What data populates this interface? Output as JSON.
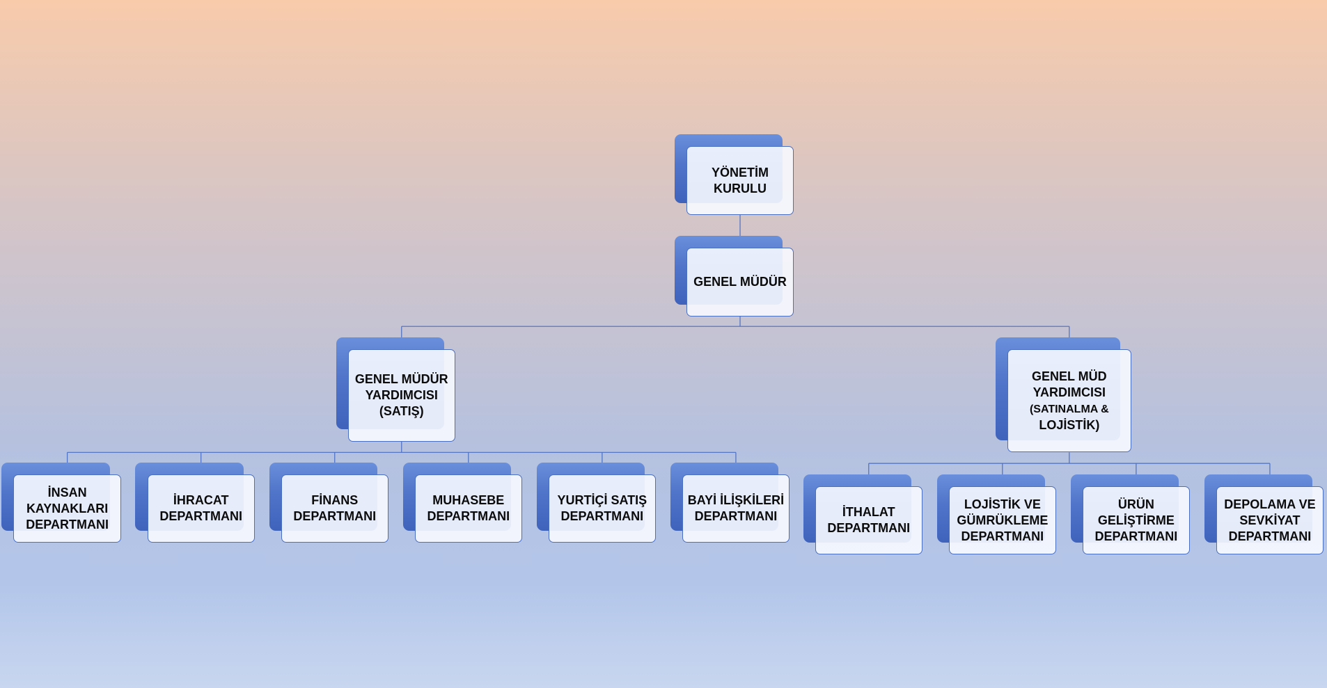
{
  "diagram": {
    "nodes": [
      {
        "id": "yonetim",
        "label": "YÖNETİM\nKURULU"
      },
      {
        "id": "genel",
        "label": "GENEL MÜDÜR"
      },
      {
        "id": "gmy-satis",
        "label": "GENEL MÜDÜR\nYARDIMCISI\n(SATIŞ)"
      },
      {
        "id": "gmy-satinalma",
        "label": "GENEL MÜD\nYARDIMCISI",
        "label_small": "(SATINALMA &",
        "label_tail": "LOJİSTİK)"
      },
      {
        "id": "insan",
        "label": "İNSAN\nKAYNAKLARI\nDEPARTMANI"
      },
      {
        "id": "ihracat",
        "label": "İHRACAT\nDEPARTMANI"
      },
      {
        "id": "finans",
        "label": "FİNANS\nDEPARTMANI"
      },
      {
        "id": "muhasebe",
        "label": "MUHASEBE\nDEPARTMANI"
      },
      {
        "id": "yurtici",
        "label": "YURTİÇİ SATIŞ\nDEPARTMANI"
      },
      {
        "id": "bayi",
        "label": "BAYİ İLİŞKİLERİ\nDEPARTMANI"
      },
      {
        "id": "ithalat",
        "label": "İTHALAT\nDEPARTMANI"
      },
      {
        "id": "lojistik",
        "label": "LOJİSTİK VE\nGÜMRÜKLEME\nDEPARTMANI"
      },
      {
        "id": "urun",
        "label": "ÜRÜN\nGELİŞTİRME\nDEPARTMANI"
      },
      {
        "id": "depolama",
        "label": "DEPOLAMA VE\nSEVKİYAT\nDEPARTMANI"
      }
    ],
    "edges": [
      {
        "from": "yonetim",
        "to": "genel"
      },
      {
        "from": "genel",
        "to": "gmy-satis"
      },
      {
        "from": "genel",
        "to": "gmy-satinalma"
      },
      {
        "from": "gmy-satis",
        "to": "insan"
      },
      {
        "from": "gmy-satis",
        "to": "ihracat"
      },
      {
        "from": "gmy-satis",
        "to": "finans"
      },
      {
        "from": "gmy-satis",
        "to": "muhasebe"
      },
      {
        "from": "gmy-satis",
        "to": "yurtici"
      },
      {
        "from": "gmy-satis",
        "to": "bayi"
      },
      {
        "from": "gmy-satinalma",
        "to": "ithalat"
      },
      {
        "from": "gmy-satinalma",
        "to": "lojistik"
      },
      {
        "from": "gmy-satinalma",
        "to": "urun"
      },
      {
        "from": "gmy-satinalma",
        "to": "depolama"
      }
    ],
    "colors": {
      "node_back": "#4f74c9",
      "node_border": "#4a6ec1",
      "connector": "#4a6ec1"
    }
  }
}
